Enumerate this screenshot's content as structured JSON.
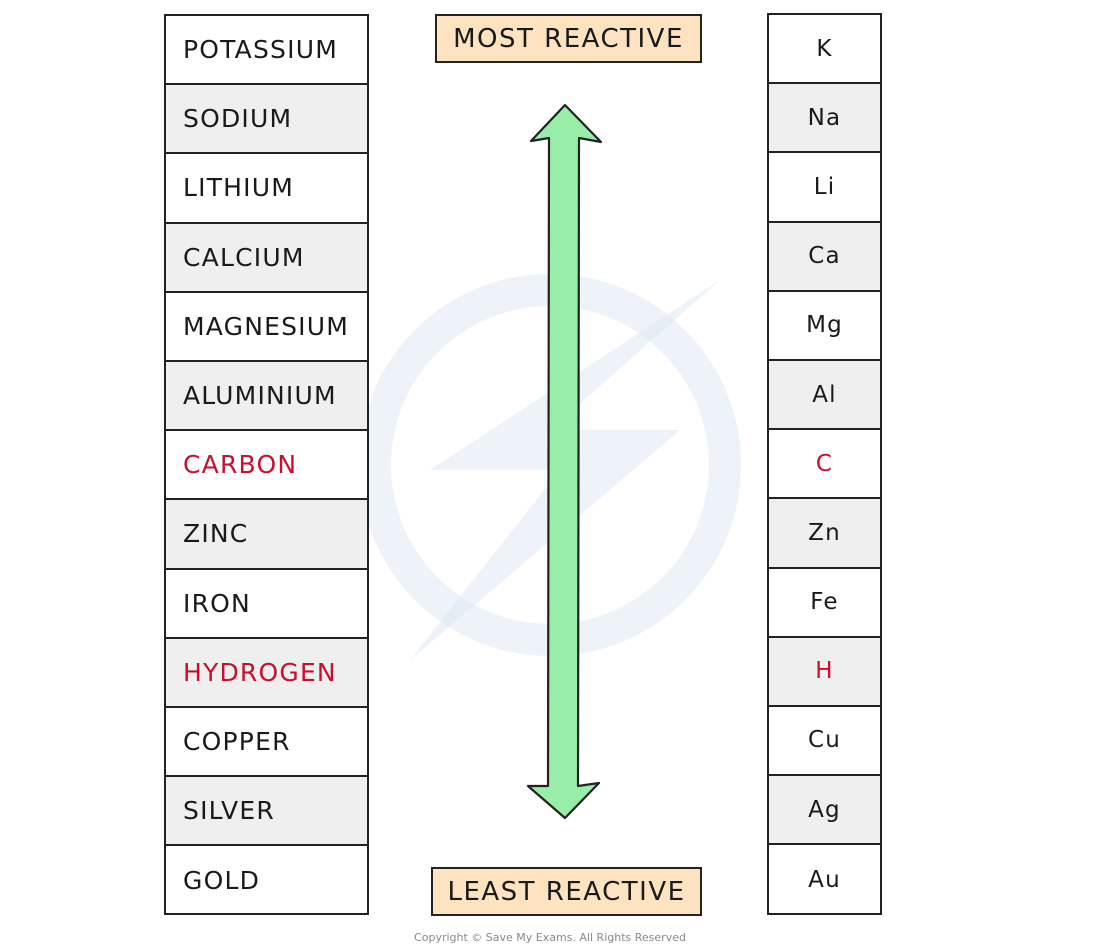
{
  "labels": {
    "most_reactive": "MOST REACTIVE",
    "least_reactive": "LEAST REACTIVE"
  },
  "elements": [
    {
      "name": "POTASSIUM",
      "symbol": "K"
    },
    {
      "name": "SODIUM",
      "symbol": "Na"
    },
    {
      "name": "LITHIUM",
      "symbol": "Li"
    },
    {
      "name": "CALCIUM",
      "symbol": "Ca"
    },
    {
      "name": "MAGNESIUM",
      "symbol": "Mg"
    },
    {
      "name": "ALUMINIUM",
      "symbol": "Al"
    },
    {
      "name": "CARBON",
      "symbol": "C"
    },
    {
      "name": "ZINC",
      "symbol": "Zn"
    },
    {
      "name": "IRON",
      "symbol": "Fe"
    },
    {
      "name": "HYDROGEN",
      "symbol": "H"
    },
    {
      "name": "COPPER",
      "symbol": "Cu"
    },
    {
      "name": "SILVER",
      "symbol": "Ag"
    },
    {
      "name": "GOLD",
      "symbol": "Au"
    }
  ],
  "colors": {
    "highlight_text": "#c8102e",
    "label_fill": "#fde3c0",
    "arrow_fill": "#98eea8",
    "row_shade": "#efefef"
  },
  "footer": {
    "copyright": "Copyright © Save My Exams. All Rights Reserved"
  }
}
